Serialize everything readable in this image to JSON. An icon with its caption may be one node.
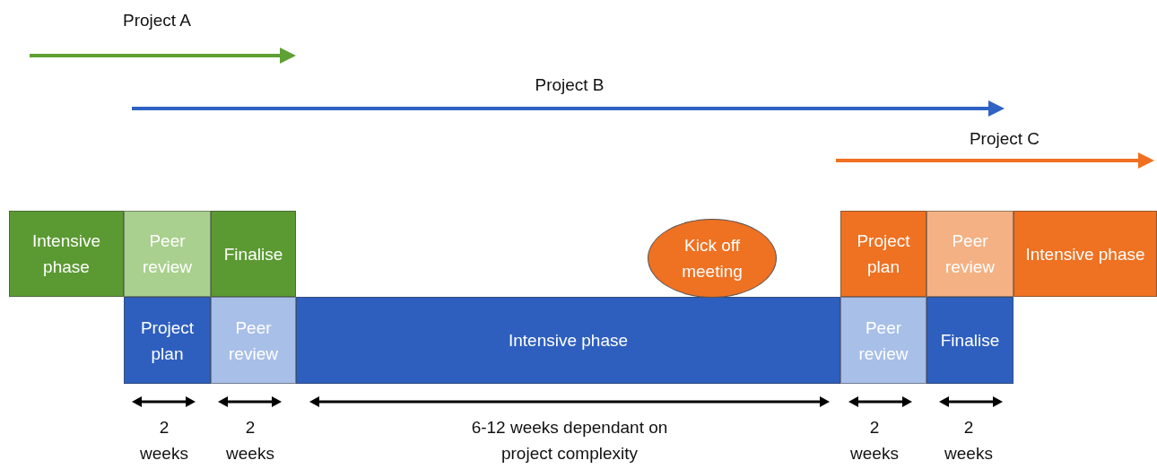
{
  "diagram": {
    "nodes": [
      {
        "text": [
          "Intensive phase"
        ]
      },
      {
        "text": [
          "Peer review"
        ]
      },
      {
        "text": [
          "Finalise"
        ]
      },
      {
        "text": [
          "Kick off meeting"
        ]
      },
      {
        "text": [
          "Project plan"
        ]
      },
      {
        "text": [
          "Peer review"
        ]
      },
      {
        "text": [
          "Intensive phase"
        ]
      },
      {
        "text": [
          "Project plan"
        ]
      },
      {
        "text": [
          "Peer review"
        ]
      },
      {
        "text": [
          "Intensive phase"
        ]
      },
      {
        "text": [
          "Peer review"
        ]
      },
      {
        "text": [
          "Finalise"
        ]
      }
    ],
    "labels": [
      "Project A",
      "Project B",
      "Project C",
      "2 weeks",
      "2 weeks",
      "6-12 weeks dependant on project complexity",
      "2 weeks",
      "2 weeks"
    ]
  }
}
